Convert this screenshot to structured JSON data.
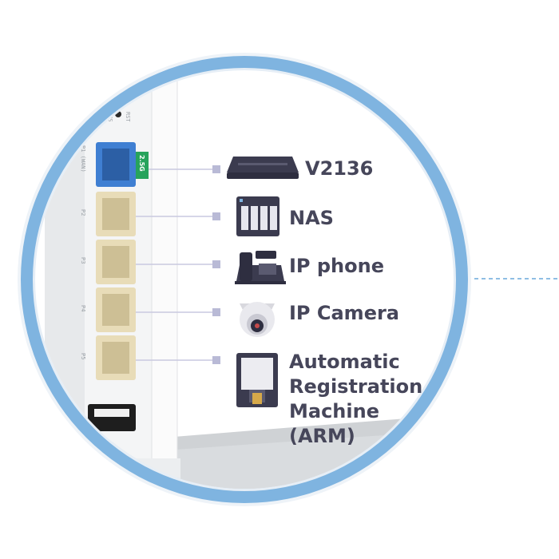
{
  "router": {
    "button_labels": [
      "RST",
      "WPS"
    ],
    "port_labels": [
      "P1 (WAN)",
      "P2",
      "P3",
      "P4",
      "P5"
    ],
    "speed_tag": "2.5G"
  },
  "devices": [
    {
      "name": "V2136",
      "icon": "switch-device-icon"
    },
    {
      "name": "NAS",
      "icon": "nas-icon"
    },
    {
      "name": "IP phone",
      "icon": "desk-phone-icon"
    },
    {
      "name": "IP Camera",
      "icon": "dome-camera-icon"
    },
    {
      "name_lines": [
        "Automatic",
        "Registration",
        "Machine",
        "(ARM)"
      ],
      "icon": "registration-machine-icon"
    }
  ],
  "colors": {
    "ring": "#7fb4e0",
    "label_text": "#46465a",
    "connector_line": "#c9c9e0",
    "connector_square": "#b9bad6",
    "wan_port": "#3f7fd2",
    "lan_port": "#e8dcb8",
    "speed_tag": "#27a35c",
    "dashed_line": "#6aa8dc"
  }
}
